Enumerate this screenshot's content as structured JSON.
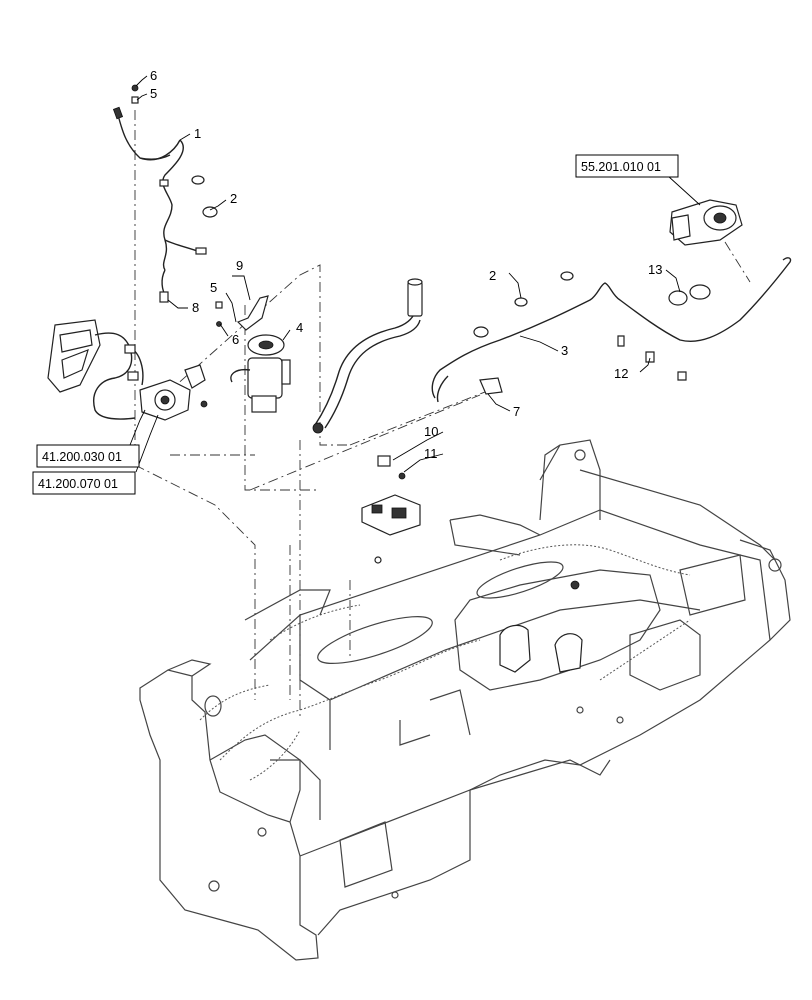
{
  "callouts": [
    {
      "id": "c1",
      "text": "1"
    },
    {
      "id": "c2a",
      "text": "2"
    },
    {
      "id": "c2b",
      "text": "2"
    },
    {
      "id": "c3",
      "text": "3"
    },
    {
      "id": "c4",
      "text": "4"
    },
    {
      "id": "c5a",
      "text": "5"
    },
    {
      "id": "c5b",
      "text": "5"
    },
    {
      "id": "c6a",
      "text": "6"
    },
    {
      "id": "c6b",
      "text": "6"
    },
    {
      "id": "c7",
      "text": "7"
    },
    {
      "id": "c8",
      "text": "8"
    },
    {
      "id": "c9",
      "text": "9"
    },
    {
      "id": "c10",
      "text": "10"
    },
    {
      "id": "c11",
      "text": "11"
    },
    {
      "id": "c12",
      "text": "12"
    },
    {
      "id": "c13",
      "text": "13"
    }
  ],
  "references": [
    {
      "id": "r1",
      "text": "55.201.010 01"
    },
    {
      "id": "r2",
      "text": "41.200.030 01"
    },
    {
      "id": "r3",
      "text": "41.200.070 01"
    }
  ]
}
